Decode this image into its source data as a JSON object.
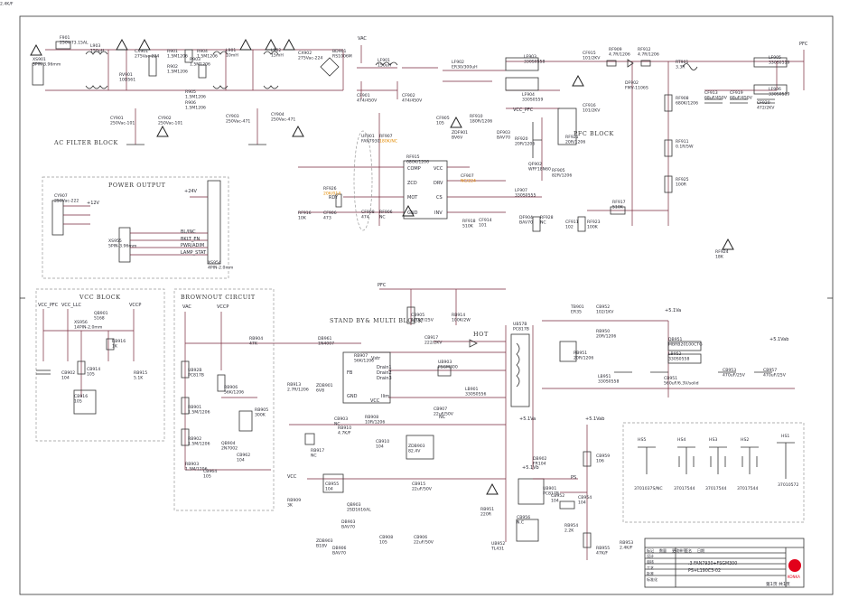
{
  "title_block": {
    "model": ".3 FAN7930+FSGM300",
    "doc_no": "PS+L190C3-02",
    "brand": "KONKA",
    "rev_cols": [
      "标记",
      "数量",
      "更改单号",
      "签名",
      "日期"
    ],
    "role_rows": [
      "设计",
      "审核",
      "工艺",
      "批准",
      "标准化"
    ],
    "sheet_label": "第1页 共1页"
  },
  "blocks": {
    "ac_filter": "AC FILTER BLOCK",
    "pfc": "PFC BLOCK",
    "power_output": "POWER OUTPUT",
    "vcc": "VCC BLOCK",
    "brownout": "BROWNOUT CIRCUIT",
    "standby": "STAND BY& MULTI BLOCK",
    "hot": "HOT"
  },
  "nets": {
    "vac": "VAC",
    "pfc": "PFC",
    "vcc_pfc": "VCC_PFC",
    "vcc_llc": "VCC_LLC",
    "vccp": "VCCP",
    "vcc": "VCC",
    "p5va": "+5.1Va",
    "p5vab": "+5.1Vab",
    "p5vb": "+5.1Vb",
    "rdy": "RDY",
    "ps": "PS",
    "p24v": "+24V",
    "p12v": "+12V",
    "nc": "NC"
  },
  "parts": [
    {
      "ref": "F901",
      "val": "250V-T3.15AL"
    },
    {
      "ref": "XS901",
      "val": "3PIN-3.96mm"
    },
    {
      "ref": "RV901",
      "val": "10D561"
    },
    {
      "ref": "CX901",
      "val": "275Vac-224"
    },
    {
      "ref": "R901",
      "val": "1.5M1206"
    },
    {
      "ref": "R902",
      "val": "1.5M1206"
    },
    {
      "ref": "R904",
      "val": "1.5M1206"
    },
    {
      "ref": "R903",
      "val": "1.5M1206"
    },
    {
      "ref": "R905",
      "val": "1.5M1206"
    },
    {
      "ref": "R906",
      "val": "1.5M1206"
    },
    {
      "ref": "CY901",
      "val": "250Vac-101"
    },
    {
      "ref": "CY902",
      "val": "250Vac-101"
    },
    {
      "ref": "CY903",
      "val": "250Vac-471"
    },
    {
      "ref": "CY904",
      "val": "250Vac-471"
    },
    {
      "ref": "L901",
      "val": "10mH"
    },
    {
      "ref": "L902",
      "val": "15mH"
    },
    {
      "ref": "L903",
      "val": "150uH"
    },
    {
      "ref": "CX902",
      "val": "275Vac-224"
    },
    {
      "ref": "BD901",
      "val": "RS1006M"
    },
    {
      "ref": "LF901",
      "val": "150uH"
    },
    {
      "ref": "CF901",
      "val": "474/450V"
    },
    {
      "ref": "CF902",
      "val": "474/450V"
    },
    {
      "ref": "LF902",
      "val": "ER30/300uH"
    },
    {
      "ref": "LF903",
      "val": "330S0558"
    },
    {
      "ref": "LF904",
      "val": "330S0559"
    },
    {
      "ref": "CF915",
      "val": "101/2KV"
    },
    {
      "ref": "RF909",
      "val": "4.7R/1206"
    },
    {
      "ref": "RF912",
      "val": "4.7R/1206"
    },
    {
      "ref": "DF902",
      "val": "FMV-1106S"
    },
    {
      "ref": "RT901",
      "val": "3.3R"
    },
    {
      "ref": "LF905",
      "val": "330S0519"
    },
    {
      "ref": "LF906",
      "val": "330S0519"
    },
    {
      "ref": "CF916",
      "val": "101/2KV"
    },
    {
      "ref": "RF908",
      "val": "680K/1206"
    },
    {
      "ref": "CF913",
      "val": "68uF/450V"
    },
    {
      "ref": "CF919",
      "val": "68uF/450V"
    },
    {
      "ref": "CF920",
      "val": "472/2KV"
    },
    {
      "ref": "RF910",
      "val": "180R/1206"
    },
    {
      "ref": "CF905",
      "val": "105"
    },
    {
      "ref": "ZDF901",
      "val": "BV6V"
    },
    {
      "ref": "DF903",
      "val": "BAV70"
    },
    {
      "ref": "RF920",
      "val": "20R/1206"
    },
    {
      "ref": "RF921",
      "val": "20R/1206"
    },
    {
      "ref": "QF902",
      "val": "WFF18N60"
    },
    {
      "ref": "RF905",
      "val": "82R/1206"
    },
    {
      "ref": "RF911",
      "val": "0.1R/5W"
    },
    {
      "ref": "RF915",
      "val": "680K/1206"
    },
    {
      "ref": "UF901",
      "val": "FAN7930"
    },
    {
      "ref": "RF907",
      "val": "180K/NC"
    },
    {
      "ref": "RF926",
      "val": "20K/014"
    },
    {
      "ref": "RF916",
      "val": "10K"
    },
    {
      "ref": "CF906",
      "val": "473"
    },
    {
      "ref": "CF908",
      "val": "474"
    },
    {
      "ref": "RF906",
      "val": "NC"
    },
    {
      "ref": "CF907",
      "val": "NC/224"
    },
    {
      "ref": "LF907",
      "val": "330S0555"
    },
    {
      "ref": "RF925",
      "val": "100R"
    },
    {
      "ref": "RF917",
      "val": "510K"
    },
    {
      "ref": "RF918",
      "val": "510K"
    },
    {
      "ref": "CF914",
      "val": "101"
    },
    {
      "ref": "DF904",
      "val": "BAV70"
    },
    {
      "ref": "RF928",
      "val": "NC"
    },
    {
      "ref": "CF911",
      "val": "102"
    },
    {
      "ref": "RF923",
      "val": "100K"
    },
    {
      "ref": "RF924",
      "val": "18K"
    },
    {
      "ref": "CY907",
      "val": "250Vac-222"
    },
    {
      "ref": "XS955",
      "val": "5PIN-3.96mm"
    },
    {
      "ref": "XS954",
      "val": "4PIN-2.0mm"
    },
    {
      "ref": "XS956",
      "val": "14PIN-2.0mm"
    },
    {
      "ref": "QB901",
      "val": "5168"
    },
    {
      "ref": "RB916",
      "val": "1K"
    },
    {
      "ref": "CB902",
      "val": "104"
    },
    {
      "ref": "CB914",
      "val": "105"
    },
    {
      "ref": "RB915",
      "val": "5.1K"
    },
    {
      "ref": "CB916",
      "val": "105"
    },
    {
      "ref": "UB92B",
      "val": "PC817B"
    },
    {
      "ref": "RB901",
      "val": "1.5M/1206"
    },
    {
      "ref": "RB902",
      "val": "1.5M/1206"
    },
    {
      "ref": "RB903",
      "val": "1.5M/1206"
    },
    {
      "ref": "RB904",
      "val": "47K"
    },
    {
      "ref": "RB906",
      "val": "56K/1206"
    },
    {
      "ref": "RB905",
      "val": "300K"
    },
    {
      "ref": "QB904",
      "val": "2N7002"
    },
    {
      "ref": "CB962",
      "val": "104"
    },
    {
      "ref": "CB964",
      "val": "105"
    },
    {
      "ref": "CB905",
      "val": "100uF/25V"
    },
    {
      "ref": "RB914",
      "val": "100K/2W"
    },
    {
      "ref": "CB917",
      "val": "222/2KV"
    },
    {
      "ref": "DB961",
      "val": "1N4007"
    },
    {
      "ref": "RB907",
      "val": "56K/1206"
    },
    {
      "ref": "UB903",
      "val": "FSGM300"
    },
    {
      "ref": "LB901",
      "val": "330S0556"
    },
    {
      "ref": "RB913",
      "val": "2.7R/1206"
    },
    {
      "ref": "ZDB901",
      "val": "6V8"
    },
    {
      "ref": "CB903",
      "val": "NC"
    },
    {
      "ref": "RB908",
      "val": "10R/1206"
    },
    {
      "ref": "RB910",
      "val": "4.7K/F"
    },
    {
      "ref": "CB910",
      "val": "104"
    },
    {
      "ref": "CB907",
      "val": "22uF/50V"
    },
    {
      "ref": "RB917",
      "val": "NC"
    },
    {
      "ref": "ZDB903",
      "val": "82.4V"
    },
    {
      "ref": "UB57B",
      "val": "PC817B"
    },
    {
      "ref": "TB901",
      "val": "ER35"
    },
    {
      "ref": "CB952",
      "val": "102/1KV"
    },
    {
      "ref": "RB950",
      "val": "20R/1206"
    },
    {
      "ref": "RB951",
      "val": "20R/1206"
    },
    {
      "ref": "DB951",
      "val": "MBRB20100CTG"
    },
    {
      "ref": "LB952",
      "val": "330S0558"
    },
    {
      "ref": "LB951",
      "val": "330S0558"
    },
    {
      "ref": "CB951",
      "val": "560uF/6.3V/solid"
    },
    {
      "ref": "CB953",
      "val": "470uF/25V"
    },
    {
      "ref": "CB957",
      "val": "470uF/25V"
    },
    {
      "ref": "CB955",
      "val": "104"
    },
    {
      "ref": "QB903",
      "val": "2SD1616AL"
    },
    {
      "ref": "RB909",
      "val": "3K"
    },
    {
      "ref": "DB903",
      "val": "BAV70"
    },
    {
      "ref": "DB906",
      "val": "BAV70"
    },
    {
      "ref": "ZDB903b",
      "val": "B18V"
    },
    {
      "ref": "CB908",
      "val": "105"
    },
    {
      "ref": "CB906",
      "val": "22uF/50V"
    },
    {
      "ref": "CB915",
      "val": "22uF/50V"
    },
    {
      "ref": "DB902",
      "val": "FR104"
    },
    {
      "ref": "RB951b",
      "val": "220R"
    },
    {
      "ref": "UB901",
      "val": "PC817B"
    },
    {
      "ref": "CB952b",
      "val": "104"
    },
    {
      "ref": "CB954",
      "val": "104"
    },
    {
      "ref": "RB954",
      "val": "2.2K"
    },
    {
      "ref": "CB956",
      "val": "N.C"
    },
    {
      "ref": "UB952",
      "val": "TL431"
    },
    {
      "ref": "CB959",
      "val": "106"
    },
    {
      "ref": "RB953",
      "val": "2.4K/F"
    },
    {
      "ref": "RB955",
      "val": "47K/F"
    },
    {
      "ref": "RB956",
      "val": "2.4K/F"
    }
  ],
  "heatsinks": [
    {
      "ref": "HS5",
      "val": "3701037S/NC"
    },
    {
      "ref": "HS4",
      "val": "37017544"
    },
    {
      "ref": "HS3",
      "val": "37017544"
    },
    {
      "ref": "HS2",
      "val": "37017544"
    },
    {
      "ref": "HS1",
      "val": "37010572"
    }
  ],
  "ic_pins": {
    "uf901": [
      "COMP",
      "ZCD",
      "MOT",
      "GND",
      "VCC",
      "DRV",
      "CS",
      "INV"
    ],
    "ub903": [
      "FB",
      "Drain1",
      "Drain2",
      "Drain3",
      "GND",
      "VCC",
      "Vstr",
      "Ilim"
    ]
  },
  "connector_signals": [
    "BL/INC",
    "BKLT_EN",
    "PWR/ADIM",
    "LAMP_STAT"
  ],
  "colors": {
    "wire": "#7a2a3c",
    "ink": "#2a2a33",
    "warn": "#222222",
    "accent": "#e38a00",
    "brand": "#e2001a"
  }
}
